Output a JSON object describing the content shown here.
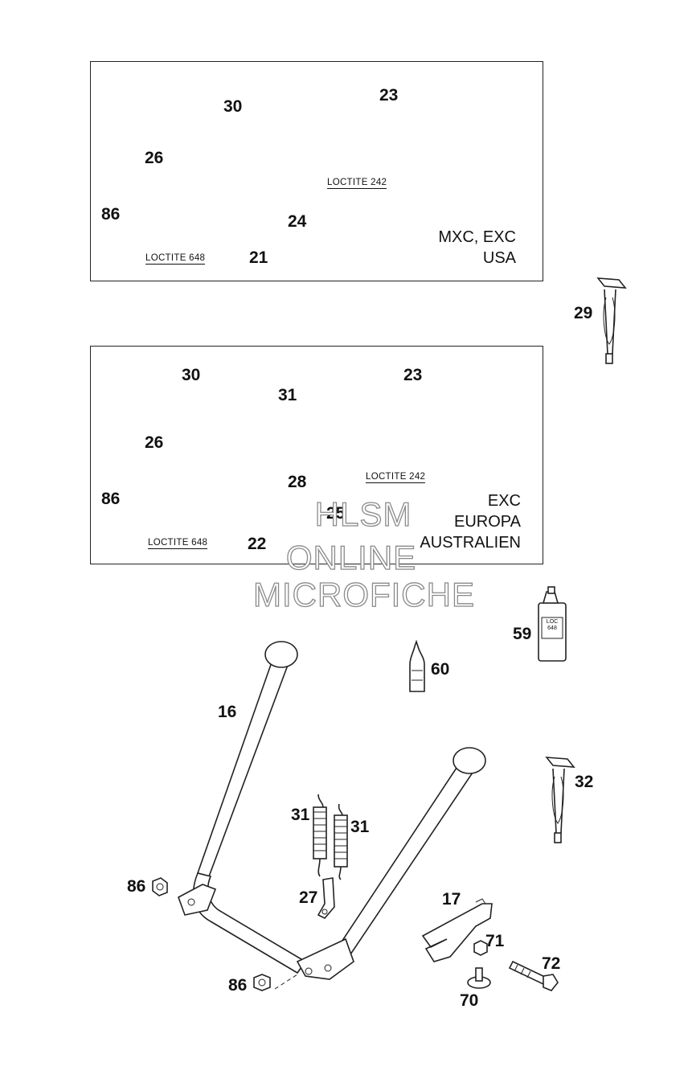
{
  "top_panel": {
    "labels": {
      "p30": "30",
      "p23": "23",
      "p26": "26",
      "p86": "86",
      "p24": "24",
      "p21": "21"
    },
    "loctite_a": "LOCTITE 242",
    "loctite_b": "LOCTITE 648",
    "region_1": "MXC, EXC",
    "region_2": "USA"
  },
  "mid_panel": {
    "labels": {
      "p30": "30",
      "p31": "31",
      "p23": "23",
      "p26": "26",
      "p86": "86",
      "p28": "28",
      "p25": "25",
      "p22": "22"
    },
    "loctite_a": "LOCTITE 242",
    "loctite_b": "LOCTITE 648",
    "region_1": "EXC",
    "region_2": "EUROPA",
    "region_3": "AUSTRALIEN"
  },
  "loose_parts": {
    "p29": "29",
    "p59": "59",
    "p60": "60",
    "p16": "16",
    "p32": "32",
    "p31a": "31",
    "p31b": "31",
    "p27": "27",
    "p86a": "86",
    "p86b": "86",
    "p17": "17",
    "p71": "71",
    "p72": "72",
    "p70": "70"
  },
  "bottle_59_label": "LOC\n648",
  "watermark": {
    "line1": "HLSM",
    "line2": "ONLINE",
    "line3": "MICROFICHE"
  }
}
